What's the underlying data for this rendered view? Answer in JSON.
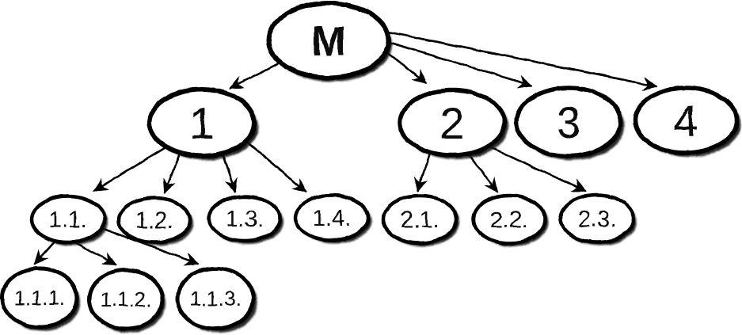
{
  "diagram": {
    "type": "tree",
    "background_color": "#ffffff",
    "ink_color": "#000000",
    "node_fill_color": "#ffffff",
    "shadow_color": "#151515",
    "nodes": [
      {
        "id": "M",
        "label": "M",
        "level": 0,
        "parent": null
      },
      {
        "id": "1",
        "label": "1",
        "level": 1,
        "parent": "M"
      },
      {
        "id": "2",
        "label": "2",
        "level": 1,
        "parent": "M"
      },
      {
        "id": "3",
        "label": "3",
        "level": 1,
        "parent": "M"
      },
      {
        "id": "4",
        "label": "4",
        "level": 1,
        "parent": "M"
      },
      {
        "id": "1.1",
        "label": "1.1.",
        "level": 2,
        "parent": "1"
      },
      {
        "id": "1.2",
        "label": "1.2.",
        "level": 2,
        "parent": "1"
      },
      {
        "id": "1.3",
        "label": "1.3.",
        "level": 2,
        "parent": "1"
      },
      {
        "id": "1.4",
        "label": "1.4.",
        "level": 2,
        "parent": "1"
      },
      {
        "id": "2.1",
        "label": "2.1.",
        "level": 2,
        "parent": "2"
      },
      {
        "id": "2.2",
        "label": "2.2.",
        "level": 2,
        "parent": "2"
      },
      {
        "id": "2.3",
        "label": "2.3.",
        "level": 2,
        "parent": "2"
      },
      {
        "id": "1.1.1",
        "label": "1.1.1.",
        "level": 3,
        "parent": "1.1"
      },
      {
        "id": "1.1.2",
        "label": "1.1.2.",
        "level": 3,
        "parent": "1.1"
      },
      {
        "id": "1.1.3",
        "label": "1.1.3.",
        "level": 3,
        "parent": "1.1"
      }
    ],
    "edges": [
      {
        "from": "M",
        "to": "1"
      },
      {
        "from": "M",
        "to": "2"
      },
      {
        "from": "M",
        "to": "3"
      },
      {
        "from": "M",
        "to": "4"
      },
      {
        "from": "1",
        "to": "1.1"
      },
      {
        "from": "1",
        "to": "1.2"
      },
      {
        "from": "1",
        "to": "1.3"
      },
      {
        "from": "1",
        "to": "1.4"
      },
      {
        "from": "2",
        "to": "2.1"
      },
      {
        "from": "2",
        "to": "2.2"
      },
      {
        "from": "2",
        "to": "2.3"
      },
      {
        "from": "1.1",
        "to": "1.1.1"
      },
      {
        "from": "1.1",
        "to": "1.1.2"
      },
      {
        "from": "1.1",
        "to": "1.1.3"
      }
    ]
  }
}
